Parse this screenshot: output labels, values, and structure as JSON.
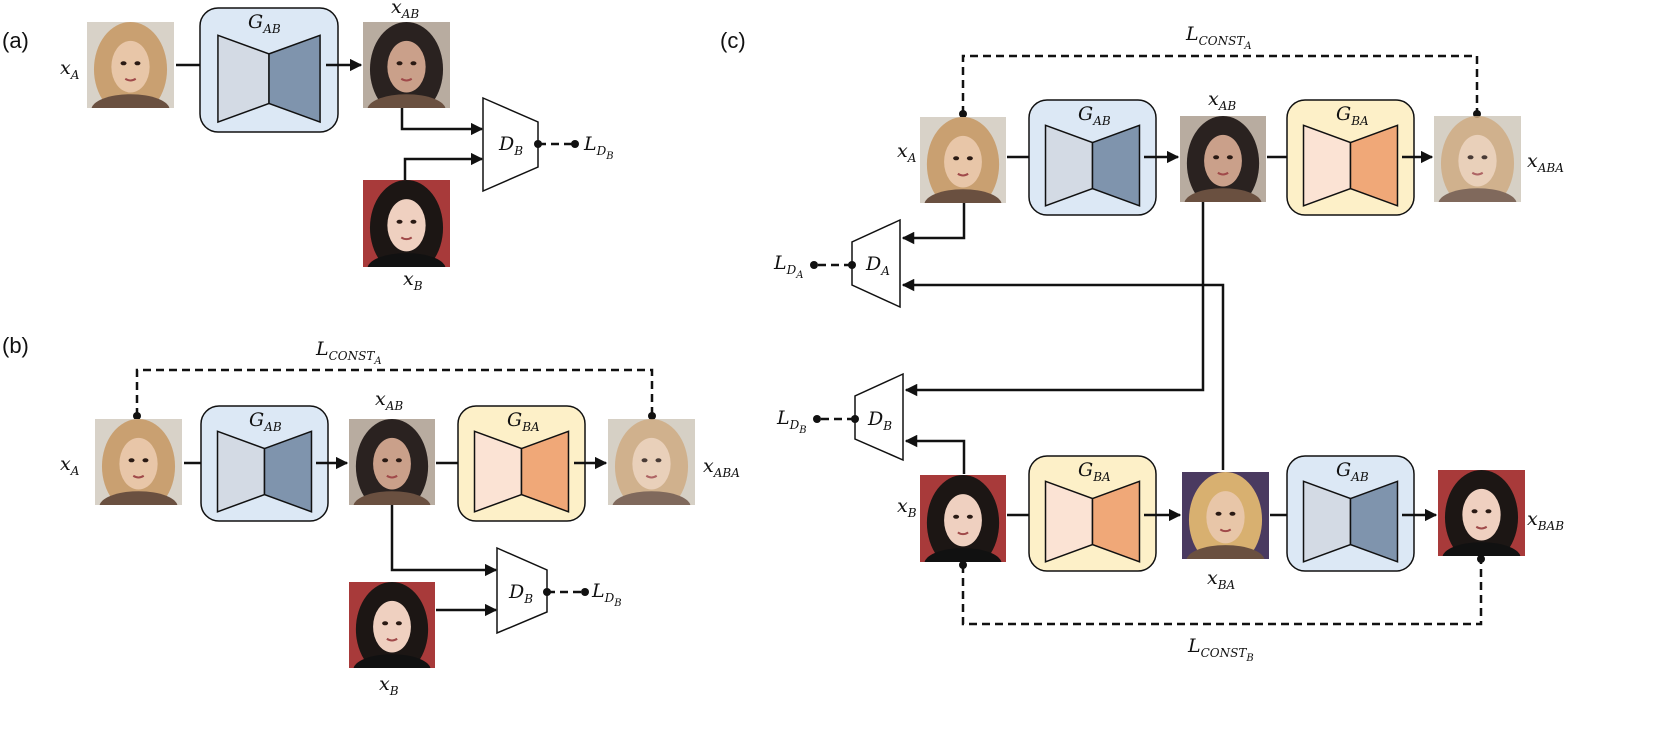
{
  "panels": {
    "a": "(a)",
    "b": "(b)",
    "c": "(c)"
  },
  "math": {
    "xA": {
      "base": "x",
      "sub": "A"
    },
    "xB": {
      "base": "x",
      "sub": "B"
    },
    "xAB": {
      "base": "x",
      "sub": "AB"
    },
    "xBA": {
      "base": "x",
      "sub": "BA"
    },
    "xABA": {
      "base": "x",
      "sub": "ABA"
    },
    "xBAB": {
      "base": "x",
      "sub": "BAB"
    },
    "GAB": {
      "base": "G",
      "sub": "AB"
    },
    "GBA": {
      "base": "G",
      "sub": "BA"
    },
    "DA": {
      "base": "D",
      "sub": "A"
    },
    "DB": {
      "base": "D",
      "sub": "B"
    },
    "LDA": {
      "base": "L",
      "sub": "D",
      "subsub": "A"
    },
    "LDB": {
      "base": "L",
      "sub": "D",
      "subsub": "B"
    },
    "LconstA": {
      "base": "L",
      "sub": "CONST",
      "subsub": "A"
    },
    "LconstB": {
      "base": "L",
      "sub": "CONST",
      "subsub": "B"
    }
  },
  "colors": {
    "gen_ab_box": "#dce8f5",
    "gen_ab_left": "#d3dae4",
    "gen_ab_right": "#7f94ad",
    "gen_ba_box": "#fdf0c8",
    "gen_ba_left": "#fbe3d4",
    "gen_ba_right": "#f0a878",
    "face_blonde": "#c9a071",
    "face_dark_hair": "#2a2220",
    "face_red_bg": "#a83a3a"
  }
}
